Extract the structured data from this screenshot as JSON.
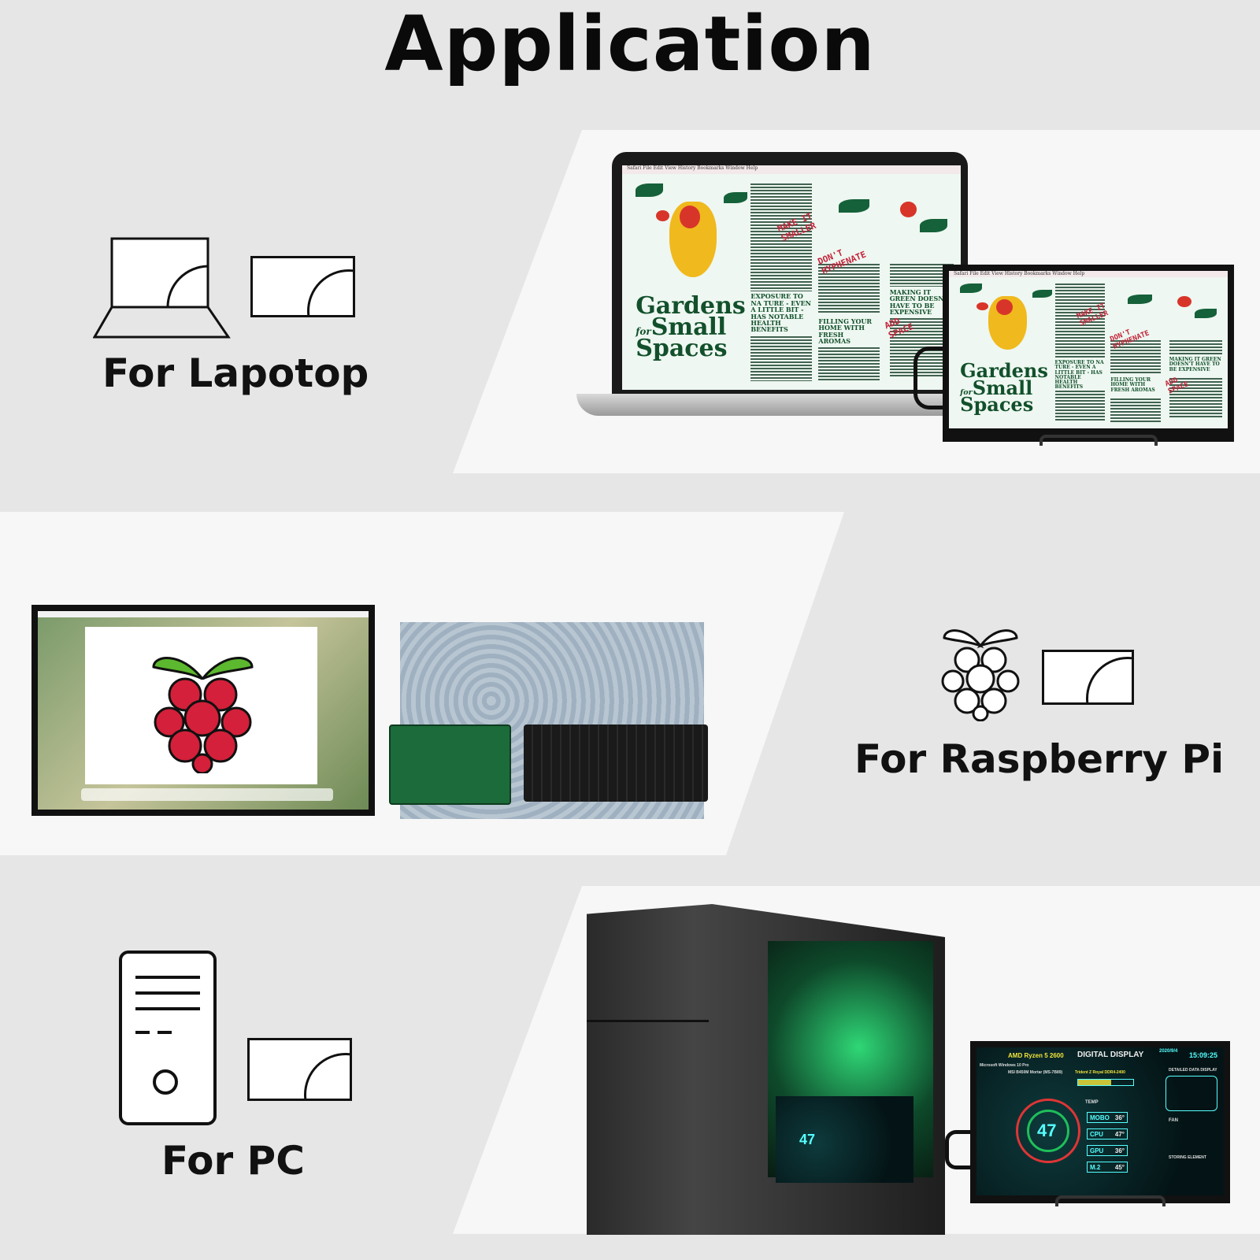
{
  "title": "Application",
  "sections": [
    {
      "label": "For Lapotop",
      "icon": "laptop-icon"
    },
    {
      "label": "For Raspberry Pi",
      "icon": "raspberry-pi-icon"
    },
    {
      "label": "For PC",
      "icon": "pc-tower-icon"
    }
  ],
  "garden_screen": {
    "menubar": "Safari  File  Edit  View  History  Bookmarks  Window  Help",
    "title_line1": "Gardens",
    "title_for": "for",
    "title_line2": "Small",
    "title_line3": "Spaces",
    "heading1": "EXPOSURE TO NA TURE - EVEN A LITTLE BIT - HAS NOTABLE HEALTH BENEFITS",
    "heading2": "FILLING YOUR HOME WITH FRESH AROMAS",
    "heading3": "MAKING IT GREEN DOESN'T HAVE TO BE EXPENSIVE",
    "note1": "MAKE IT SMALLER",
    "note2": "DON'T HYPHENATE",
    "note3": "ADD SPACE"
  },
  "digital_display": {
    "cpu_name": "AMD Ryzen 5 2600",
    "title": "DIGITAL DISPLAY",
    "date": "2020/9/4",
    "time": "15:09:25",
    "os": "Microsoft Windows 10 Pro",
    "board": "MSI B450M Mortar (MS-7B89)",
    "ram": "Trident Z Royal DDR4-2400",
    "gauge_value": "47",
    "temp_label": "TEMP",
    "temps": [
      {
        "name": "MOBO",
        "value": "36°"
      },
      {
        "name": "CPU",
        "value": "47°"
      },
      {
        "name": "GPU",
        "value": "36°"
      },
      {
        "name": "M.2",
        "value": "45°"
      }
    ],
    "detail_label": "DETAILED DATA DISPLAY",
    "fan_label": "FAN",
    "storage_label": "STORING ELEMENT"
  },
  "colors": {
    "background": "#e6e6e6",
    "band": "#f7f7f7",
    "raspberry_red": "#d4203a",
    "raspberry_leaf": "#5cb82e",
    "pcb_green": "#1c6b3a",
    "case_glow": "#2fe07a"
  }
}
